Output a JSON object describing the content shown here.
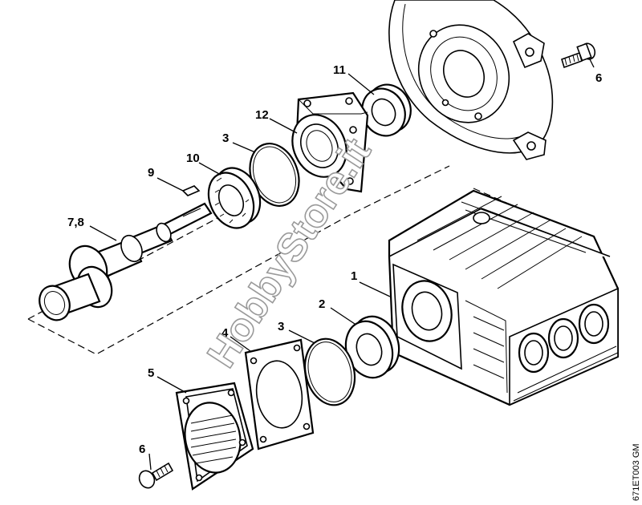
{
  "diagram": {
    "callouts": {
      "housing": "1",
      "bearing_lower": "2",
      "o_ring_upper": "3",
      "o_ring_lower": "3",
      "gasket": "4",
      "cover": "5",
      "screw_upper": "6",
      "screw_lower": "6",
      "crankshaft": "7,8",
      "key": "9",
      "bearing_upper": "10",
      "seal": "11",
      "bearing_flange": "12"
    },
    "watermark": "HobbyStore.it",
    "drawing_code": "671ET003 GM"
  }
}
